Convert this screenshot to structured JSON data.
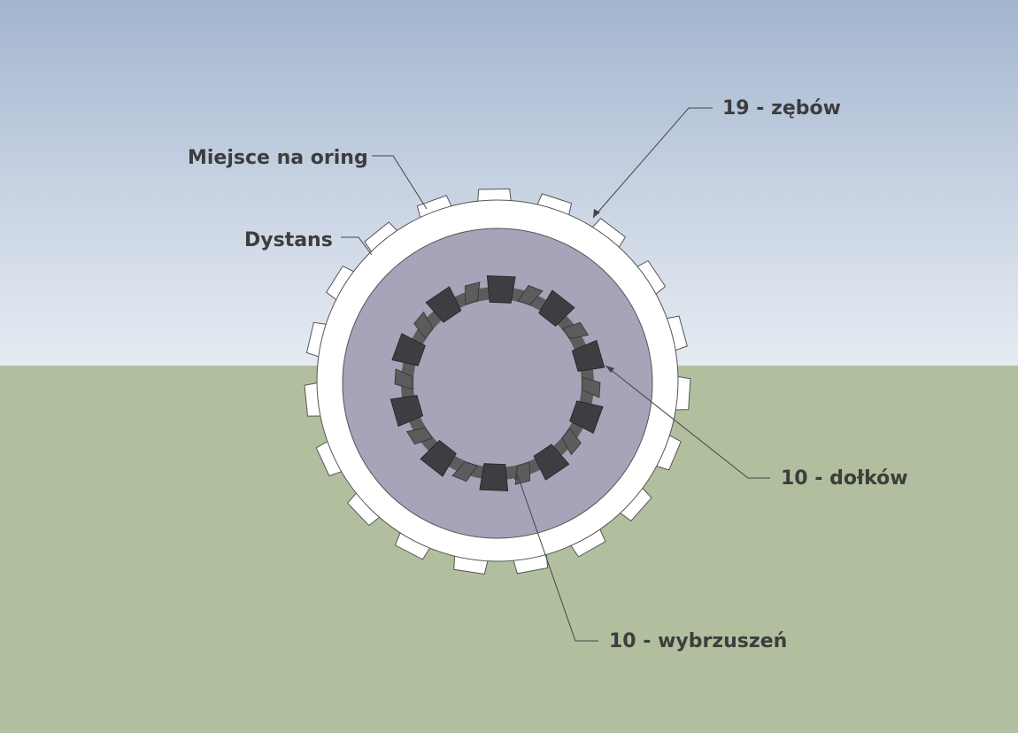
{
  "labels": {
    "teeth": "19 - zębów",
    "oring_place": "Miejsce na oring",
    "spacer": "Dystans",
    "dimples": "10 - dołków",
    "bulges": "10 - wybrzuszeń"
  },
  "gear": {
    "outer_teeth_count": 19,
    "inner_bumps_count": 10,
    "inner_dimples_count": 10
  },
  "colors": {
    "sky_top": "#a3b5cf",
    "sky_bottom": "#e6ebf2",
    "ground": "#b2bf9f",
    "disc": "#a7a3b9",
    "teeth": "#ffffff",
    "inner_blocks_dark": "#3e3e42",
    "inner_blocks_mid": "#5c5c5c",
    "text": "#3d3d3d",
    "lines": "#444444"
  }
}
